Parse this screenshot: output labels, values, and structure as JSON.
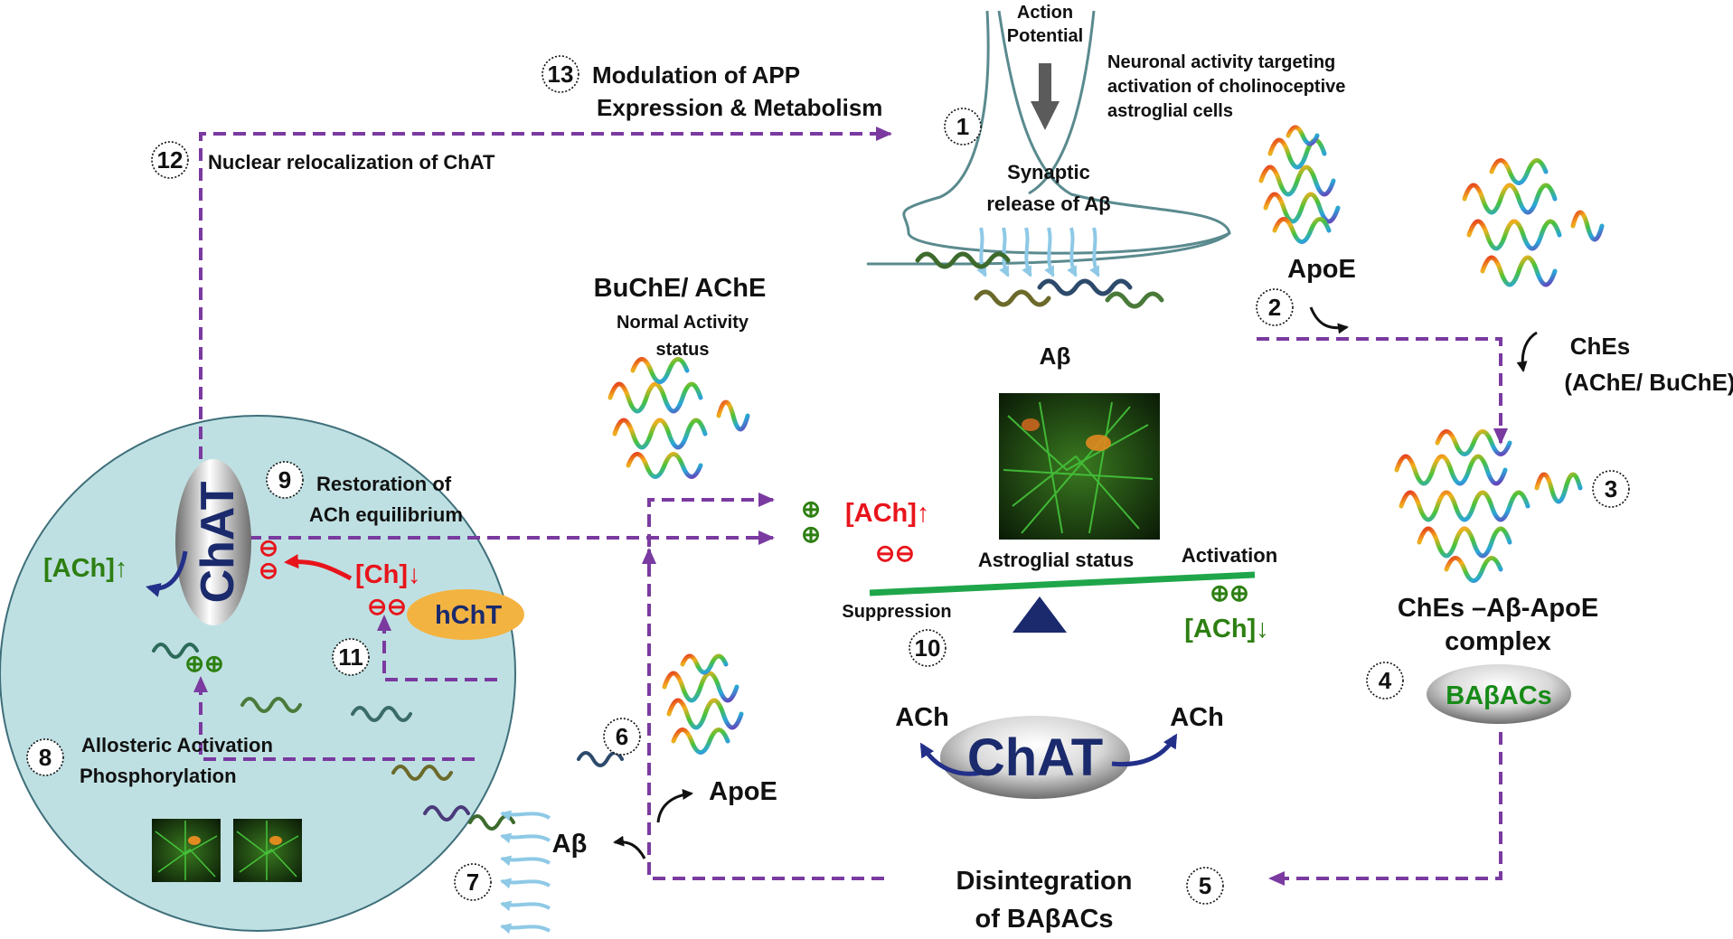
{
  "labels": {
    "action_potential_1": "Action",
    "action_potential_2": "Potential",
    "neuronal_1": "Neuronal activity targeting",
    "neuronal_2": "activation of cholinoceptive",
    "neuronal_3": "astroglial cells",
    "synaptic_1": "Synaptic",
    "synaptic_2": "release of Aβ",
    "abeta_top": "Aβ",
    "apoe_top": "ApoE",
    "ches_1": "ChEs",
    "ches_2": "(AChE/ BuChE)",
    "complex_1": "ChEs –Aβ-ApoE",
    "complex_2": "complex",
    "babacs": "BAβACs",
    "disint_1": "Disintegration",
    "disint_2": "of BAβACs",
    "modulation_1": "Modulation of APP",
    "modulation_2": "Expression & Metabolism",
    "nuclear": "Nuclear relocalization of ChAT",
    "buche": "BuChE/ AChE",
    "normal_1": "Normal Activity",
    "normal_2": "status",
    "restoration_1": "Restoration of",
    "restoration_2": "ACh equilibrium",
    "ach_up_red": "[ACh]",
    "ach_up_green": "[ACh]",
    "ach_down_green": "[ACh]",
    "ch_down": "[Ch]",
    "astroglial_status": "Astroglial status",
    "activation": "Activation",
    "suppression": "Suppression",
    "chat": "ChAT",
    "chat_small": "ChAT",
    "hcht": "hChT",
    "ach_left": "ACh",
    "ach_right": "ACh",
    "allosteric": "Allosteric  Activation",
    "phosphorylation": "Phosphorylation",
    "abeta_bottom": "Aβ",
    "apoe_bottom": "ApoE",
    "plus_plus": "⊕⊕",
    "minus_minus": "⊖⊖",
    "plus": "⊕",
    "minus": "⊖",
    "arrow_up": "↑",
    "arrow_down": "↓"
  },
  "steps": [
    "1",
    "2",
    "3",
    "4",
    "5",
    "6",
    "7",
    "8",
    "9",
    "10",
    "11",
    "12",
    "13"
  ],
  "colors": {
    "cell": "#bfe0e2",
    "dashed_arrow": "#7a3aa0",
    "balance_beam": "#1fa64a",
    "triangle": "#1a2a6c",
    "hcht_fill": "#f3b341",
    "chat_text": "#1a2a6c",
    "babacs_text": "#178a17",
    "red": "#e8141b",
    "green": "#2d7f12",
    "secretion_arrows": "#8ec9e6"
  },
  "icons": {
    "protein_structure": "ribbon-protein-icon",
    "micrograph": "astrocyte-micrograph-icon",
    "peptide": "helix-peptide-icon"
  }
}
